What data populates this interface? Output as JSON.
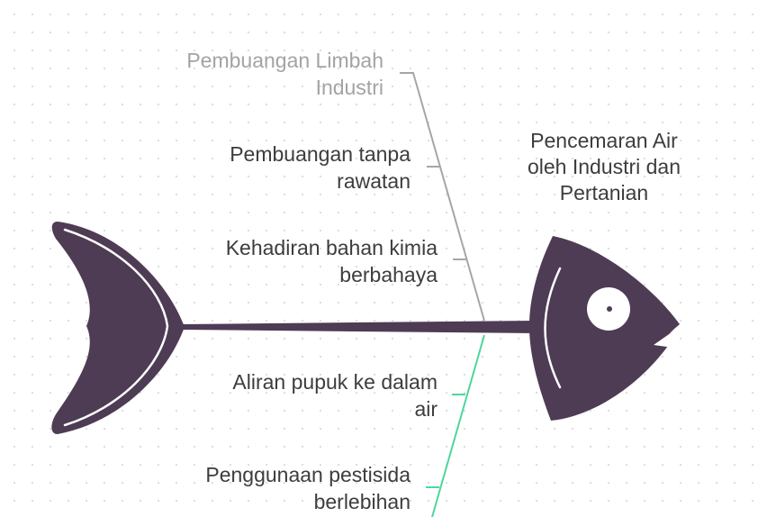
{
  "diagram": {
    "type": "fishbone",
    "problem": "Pencemaran Air\noleh Industri dan\nPertanian",
    "colors": {
      "fish": "#4e3c55",
      "branch_top": "#a6a6a6",
      "branch_bottom": "#4ed69b",
      "text": "#3d3d3d",
      "text_muted": "#a3a3a3"
    },
    "categories": [
      {
        "name": "Pembuangan Limbah\nIndustri",
        "causes": [
          "Pembuangan tanpa\nrawatan",
          "Kehadiran bahan kimia\nberbahaya"
        ]
      },
      {
        "name": "",
        "causes": [
          "Aliran pupuk ke dalam\nair",
          "Penggunaan pestisida\nberlebihan"
        ]
      }
    ]
  }
}
